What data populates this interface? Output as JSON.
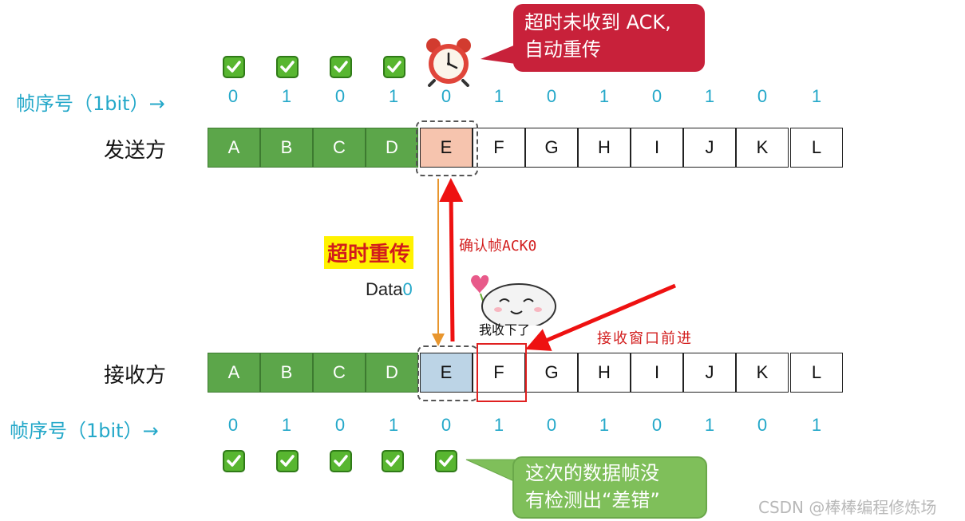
{
  "sender": {
    "label": "发送方",
    "seq_label": "帧序号（1bit）→",
    "frames": [
      "A",
      "B",
      "C",
      "D",
      "E",
      "F",
      "G",
      "H",
      "I",
      "J",
      "K",
      "L"
    ],
    "seq": [
      "0",
      "1",
      "0",
      "1",
      "0",
      "1",
      "0",
      "1",
      "0",
      "1",
      "0",
      "1"
    ]
  },
  "receiver": {
    "label": "接收方",
    "seq_label": "帧序号（1bit）→",
    "frames": [
      "A",
      "B",
      "C",
      "D",
      "E",
      "F",
      "G",
      "H",
      "I",
      "J",
      "K",
      "L"
    ],
    "seq": [
      "0",
      "1",
      "0",
      "1",
      "0",
      "1",
      "0",
      "1",
      "0",
      "1",
      "0",
      "1"
    ]
  },
  "timeout_bubble": {
    "line1": "超时未收到 ACK,",
    "line2": "自动重传"
  },
  "no_error_bubble": {
    "line1": "这次的数据帧没",
    "line2": "有检测出“差错”"
  },
  "retransmit_label": "超时重传",
  "data_label": {
    "prefix": "Data",
    "seq": "0"
  },
  "ack_label": "确认帧ACK0",
  "window_advance_label": "接收窗口前进",
  "sticker_text": "我收下了",
  "watermark": "CSDN @棒棒编程修炼场",
  "colors": {
    "acked_green": "#5ca64a",
    "sender_current": "#f6c4ae",
    "receiver_current": "#bcd4e6",
    "seq_cyan": "#24a8c9",
    "timeout_bubble": "#c8213a",
    "no_error_bubble": "#7fbf5a",
    "arrow_red": "#ee1111",
    "data_arrow": "#e8962e"
  }
}
